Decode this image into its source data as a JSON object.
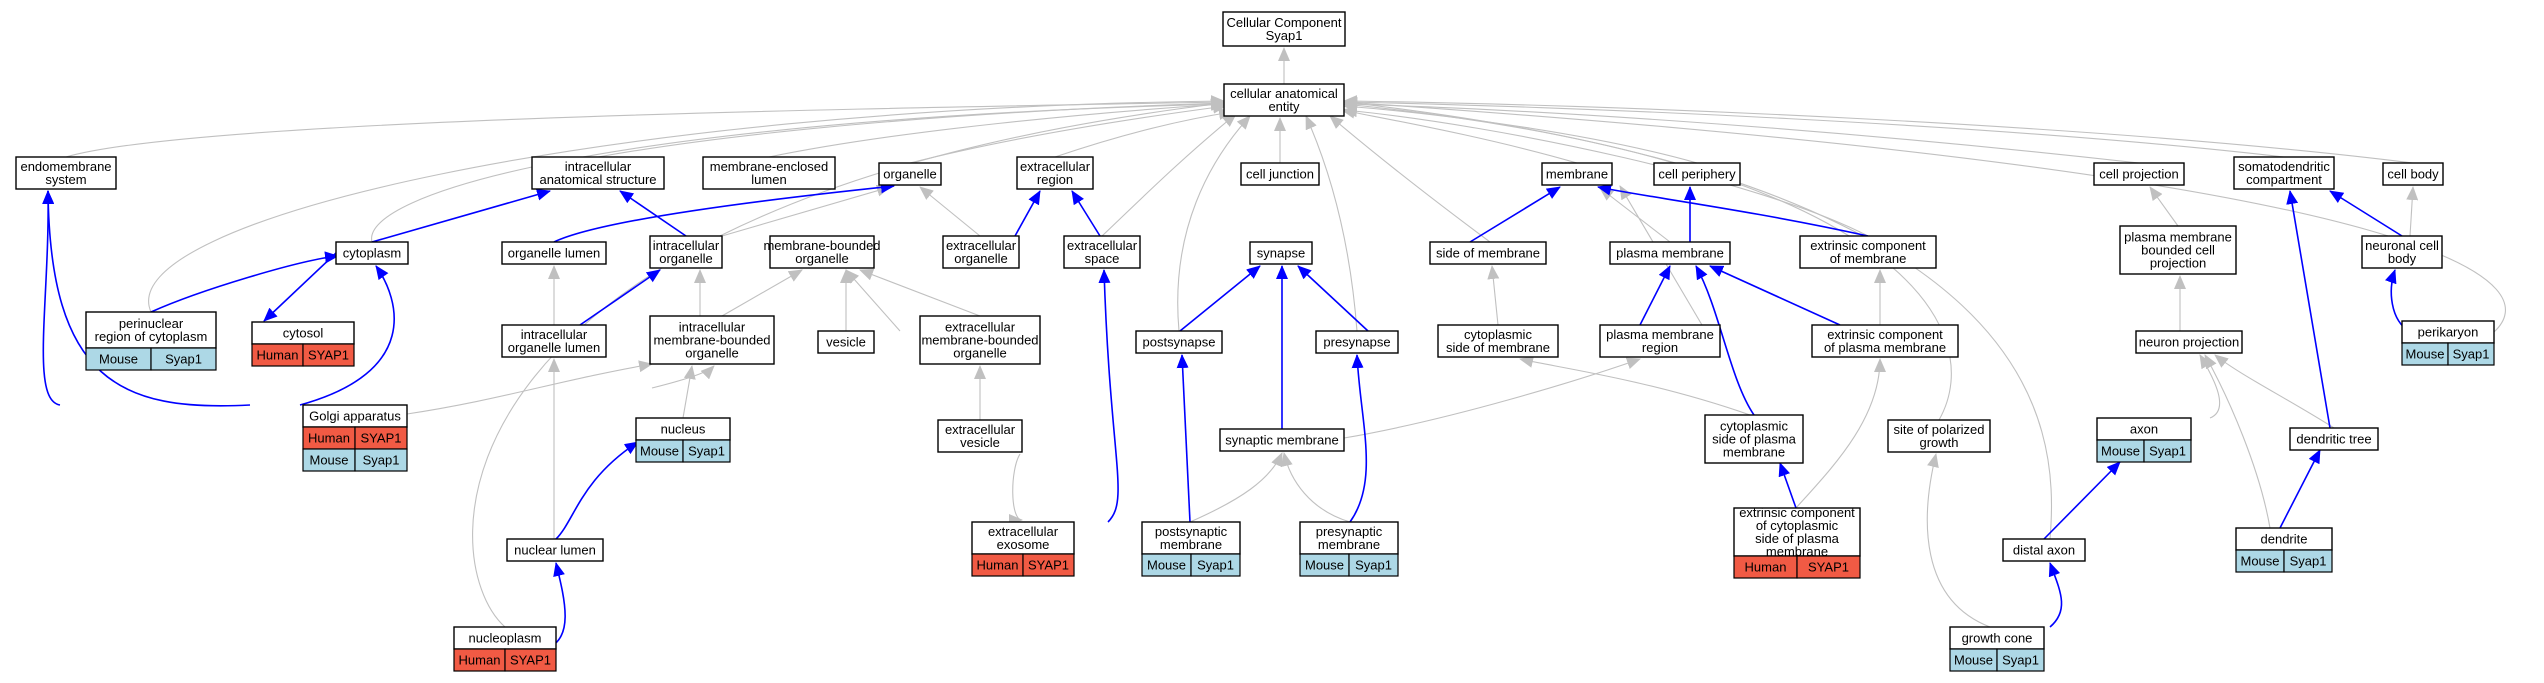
{
  "colors": {
    "edge_gray": "#c0c0c0",
    "edge_blue": "#0000ff",
    "human": "#f15a44",
    "mouse": "#add8e6",
    "border": "#000000"
  },
  "nodes": {
    "root": [
      "Cellular Component",
      "Syap1"
    ],
    "cae": [
      "cellular anatomical",
      "entity"
    ],
    "endomembrane": [
      "endomembrane",
      "system"
    ],
    "ias": [
      "intracellular",
      "anatomical structure"
    ],
    "mel": [
      "membrane-enclosed",
      "lumen"
    ],
    "organelle": [
      "organelle"
    ],
    "ecregion": [
      "extracellular",
      "region"
    ],
    "celljunction": [
      "cell junction"
    ],
    "membrane": [
      "membrane"
    ],
    "cellperiphery": [
      "cell periphery"
    ],
    "cellprojection": [
      "cell projection"
    ],
    "somato": [
      "somatodendritic",
      "compartment"
    ],
    "cellbody": [
      "cell body"
    ],
    "cytoplasm": [
      "cytoplasm"
    ],
    "orglumen": [
      "organelle lumen"
    ],
    "intorg": [
      "intracellular",
      "organelle"
    ],
    "mbo": [
      "membrane-bounded",
      "organelle"
    ],
    "ecorg": [
      "extracellular",
      "organelle"
    ],
    "ecspace": [
      "extracellular",
      "space"
    ],
    "synapse": [
      "synapse"
    ],
    "sidemem": [
      "side of membrane"
    ],
    "plasmamem": [
      "plasma membrane"
    ],
    "extcompmem": [
      "extrinsic component",
      "of membrane"
    ],
    "pmbcp": [
      "plasma membrane",
      "bounded cell",
      "projection"
    ],
    "neuronalcb": [
      "neuronal cell",
      "body"
    ],
    "perinuclear": [
      "perinuclear",
      "region of cytoplasm"
    ],
    "cytosol": [
      "cytosol"
    ],
    "intorglumen": [
      "intracellular",
      "organelle lumen"
    ],
    "imbo": [
      "intracellular",
      "membrane-bounded",
      "organelle"
    ],
    "vesicle": [
      "vesicle"
    ],
    "embo": [
      "extracellular",
      "membrane-bounded",
      "organelle"
    ],
    "postsynapse": [
      "postsynapse"
    ],
    "presynapse": [
      "presynapse"
    ],
    "cytsidemem": [
      "cytoplasmic",
      "side of membrane"
    ],
    "pmregion": [
      "plasma membrane",
      "region"
    ],
    "extcomppm": [
      "extrinsic component",
      "of plasma membrane"
    ],
    "neuronproj": [
      "neuron projection"
    ],
    "perikaryon": [
      "perikaryon"
    ],
    "golgi": [
      "Golgi apparatus"
    ],
    "nucleus": [
      "nucleus"
    ],
    "ecvesicle": [
      "extracellular",
      "vesicle"
    ],
    "synmem": [
      "synaptic membrane"
    ],
    "cytsidepm": [
      "cytoplasmic",
      "side of plasma",
      "membrane"
    ],
    "sopg": [
      "site of polarized",
      "growth"
    ],
    "axon": [
      "axon"
    ],
    "dendtree": [
      "dendritic tree"
    ],
    "nuclumen": [
      "nuclear lumen"
    ],
    "exosome": [
      "extracellular",
      "exosome"
    ],
    "postsynmem": [
      "postsynaptic",
      "membrane"
    ],
    "presynmem": [
      "presynaptic",
      "membrane"
    ],
    "extcompcyto": [
      "extrinsic component",
      "of cytoplasmic",
      "side of plasma",
      "membrane"
    ],
    "distalaxon": [
      "distal axon"
    ],
    "dendrite": [
      "dendrite"
    ],
    "nucleoplasm": [
      "nucleoplasm"
    ],
    "growthcone": [
      "growth cone"
    ]
  },
  "tags": {
    "perinuclear": [
      [
        "Mouse",
        "Syap1"
      ]
    ],
    "cytosol": [
      [
        "Human",
        "SYAP1"
      ]
    ],
    "perikaryon": [
      [
        "Mouse",
        "Syap1"
      ]
    ],
    "golgi": [
      [
        "Human",
        "SYAP1"
      ],
      [
        "Mouse",
        "Syap1"
      ]
    ],
    "nucleus": [
      [
        "Mouse",
        "Syap1"
      ]
    ],
    "axon": [
      [
        "Mouse",
        "Syap1"
      ]
    ],
    "exosome": [
      [
        "Human",
        "SYAP1"
      ]
    ],
    "postsynmem": [
      [
        "Mouse",
        "Syap1"
      ]
    ],
    "presynmem": [
      [
        "Mouse",
        "Syap1"
      ]
    ],
    "extcompcyto": [
      [
        "Human",
        "SYAP1"
      ]
    ],
    "dendrite": [
      [
        "Mouse",
        "Syap1"
      ]
    ],
    "nucleoplasm": [
      [
        "Human",
        "SYAP1"
      ]
    ],
    "growthcone": [
      [
        "Mouse",
        "Syap1"
      ]
    ]
  }
}
